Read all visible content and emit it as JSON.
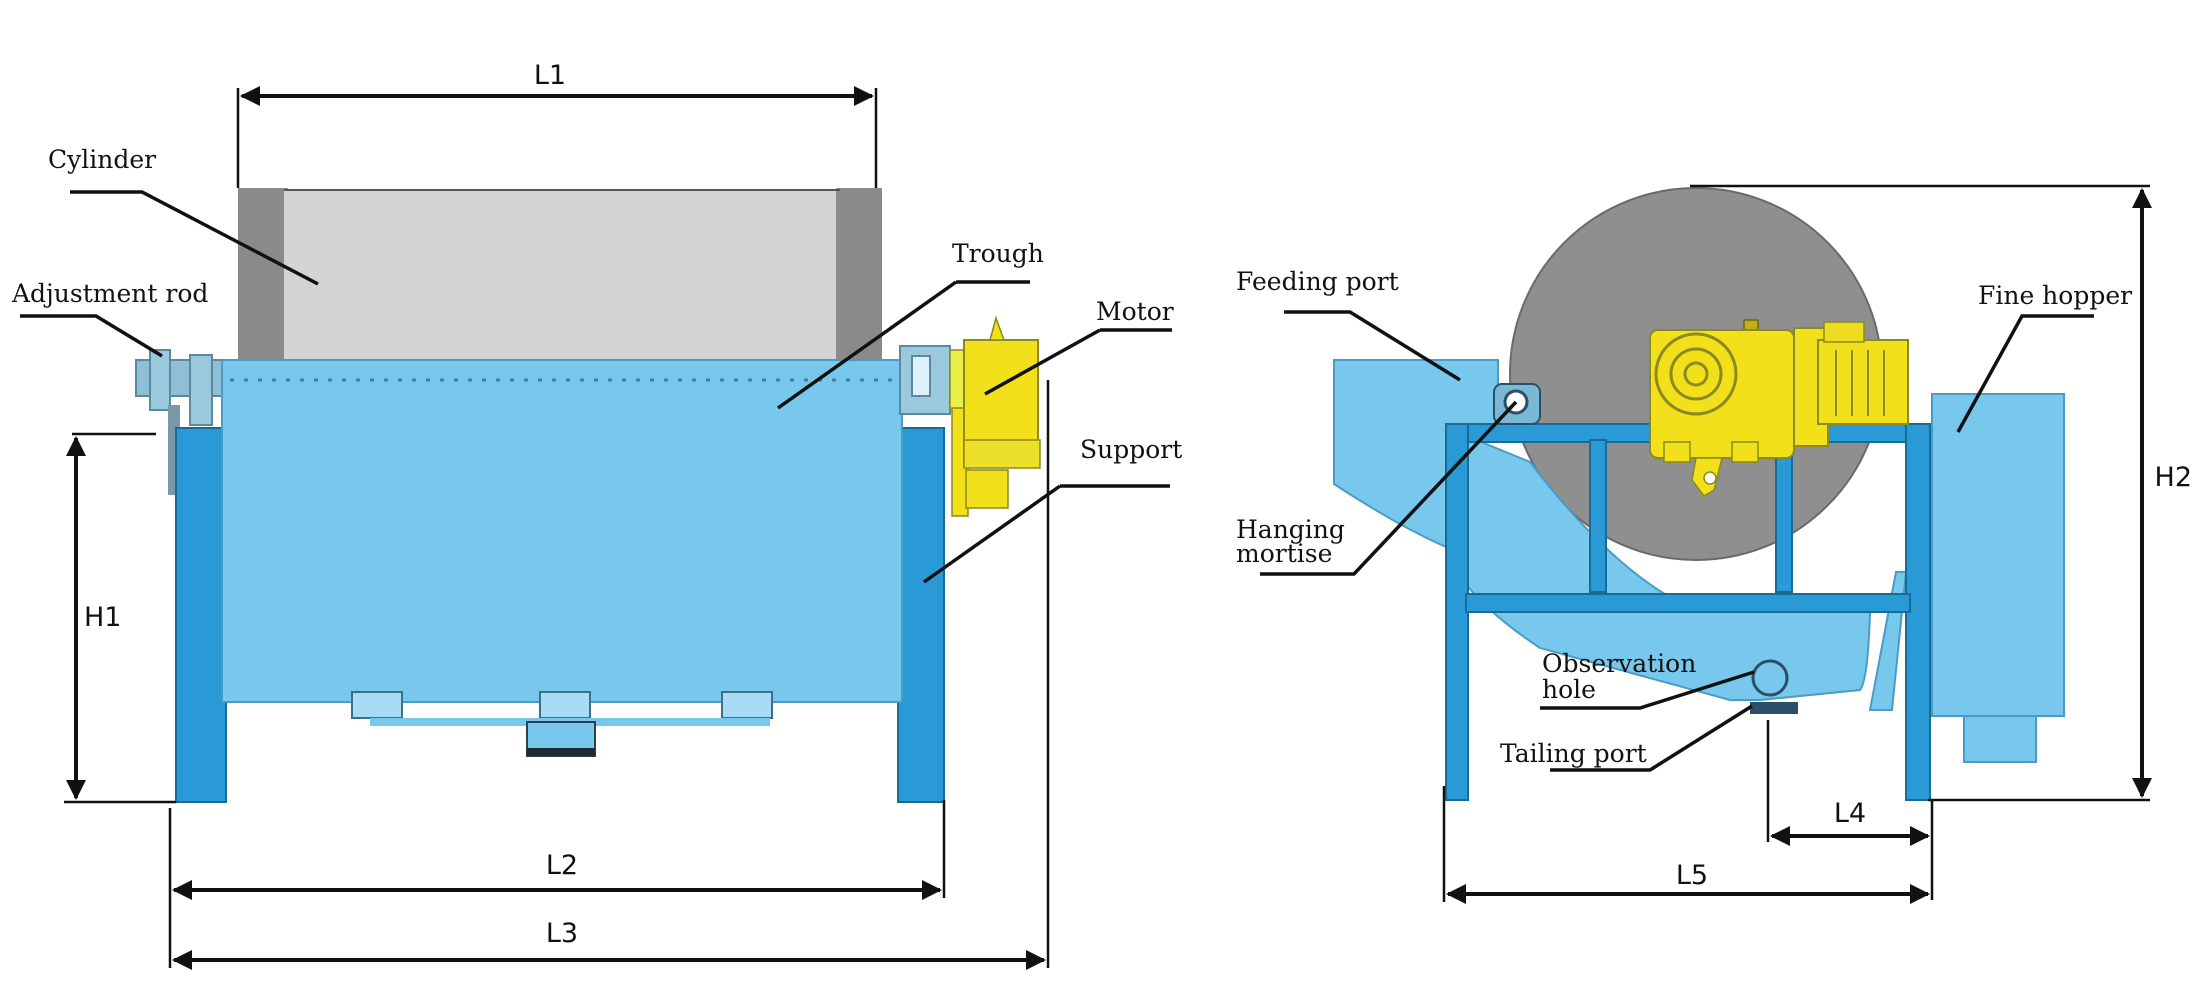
{
  "front_view": {
    "labels": {
      "cylinder": "Cylinder",
      "adjustment_rod": "Adjustment rod",
      "trough": "Trough",
      "motor": "Motor",
      "support": "Support"
    },
    "dimensions": {
      "l1": "L1",
      "l2": "L2",
      "l3": "L3",
      "h1": "H1"
    }
  },
  "side_view": {
    "labels": {
      "feeding_port": "Feeding port",
      "fine_hopper": "Fine hopper",
      "hanging_mortise_line1": "Hanging",
      "hanging_mortise_line2": "mortise",
      "observation_hole_line1": "Observation",
      "observation_hole_line2": "hole",
      "tailing_port": "Tailing port"
    },
    "dimensions": {
      "h2": "H2",
      "l4": "L4",
      "l5": "L5"
    }
  },
  "colors": {
    "trough_blue": "#78c8ee",
    "support_blue": "#2a9ad6",
    "motor_yellow": "#f2e01a",
    "cylinder_gray": "#d3d3d3",
    "drum_gray": "#8f8f8f"
  }
}
